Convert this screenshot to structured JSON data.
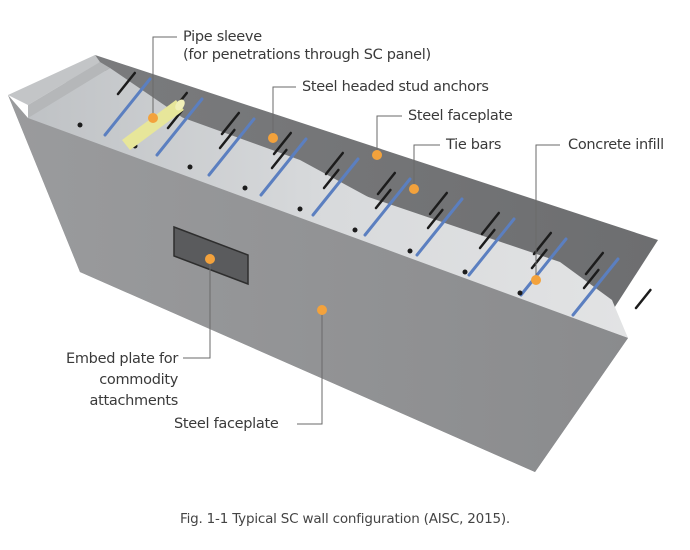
{
  "figure": {
    "caption": "Fig. 1-1 Typical SC wall configuration (AISC, 2015).",
    "colors": {
      "front_faceplate": "#8e8f91",
      "back_faceplate_inner": "#6f7072",
      "concrete": "#d6d8da",
      "end_cap": "#bfc1c3",
      "tie_bar": "#5b7fc0",
      "stud": "#1c1c1c",
      "pipe_sleeve": "#e7e69a",
      "embed_plate": "#5a5b5d",
      "marker": "#f3a23c",
      "leader": "#6a6a6a"
    },
    "labels": [
      {
        "id": "pipe-sleeve",
        "lines": [
          "Pipe sleeve",
          "(for penetrations through SC panel)"
        ]
      },
      {
        "id": "stud-anchors",
        "lines": [
          "Steel headed stud anchors"
        ]
      },
      {
        "id": "faceplate-top",
        "lines": [
          "Steel faceplate"
        ]
      },
      {
        "id": "tie-bars",
        "lines": [
          "Tie bars"
        ]
      },
      {
        "id": "concrete-infill",
        "lines": [
          "Concrete infill"
        ]
      },
      {
        "id": "embed-plate",
        "lines": [
          "Embed plate for",
          "commodity",
          "attachments"
        ]
      },
      {
        "id": "faceplate-front",
        "lines": [
          "Steel faceplate"
        ]
      }
    ]
  }
}
